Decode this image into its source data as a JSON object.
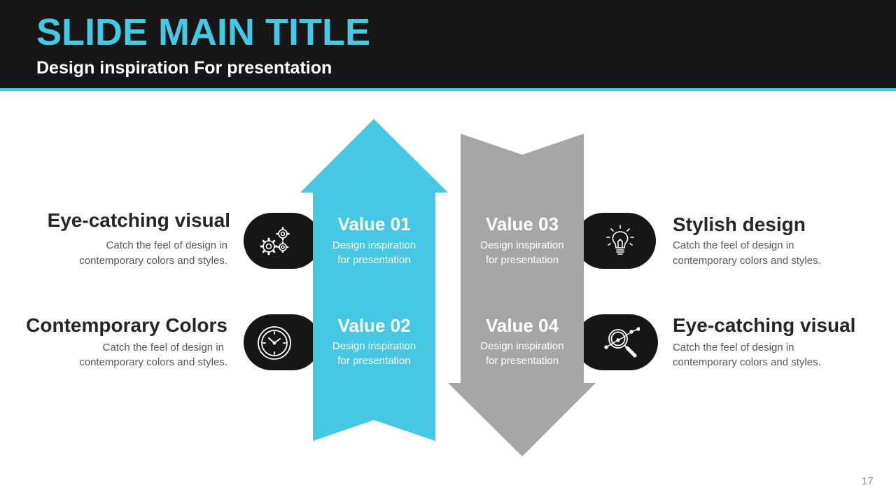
{
  "header": {
    "title": "SLIDE MAIN TITLE",
    "subtitle": "Design inspiration For presentation"
  },
  "left_items": [
    {
      "title": "Eye-catching visual",
      "desc_line1": "Catch the feel of design in",
      "desc_line2": "contemporary colors and styles.",
      "icon": "gears-icon"
    },
    {
      "title": "Contemporary Colors",
      "desc_line1": "Catch the feel of design in",
      "desc_line2": "contemporary colors and styles.",
      "icon": "clock-icon"
    }
  ],
  "right_items": [
    {
      "title": "Stylish design",
      "desc_line1": "Catch the feel of design in",
      "desc_line2": "contemporary colors and styles.",
      "icon": "lightbulb-icon"
    },
    {
      "title": "Eye-catching visual",
      "desc_line1": "Catch the feel of design in",
      "desc_line2": "contemporary colors and styles.",
      "icon": "magnifier-chart-icon"
    }
  ],
  "values": [
    {
      "title": "Value 01",
      "desc_line1": "Design inspiration",
      "desc_line2": "for presentation"
    },
    {
      "title": "Value 02",
      "desc_line1": "Design inspiration",
      "desc_line2": "for presentation"
    },
    {
      "title": "Value 03",
      "desc_line1": "Design inspiration",
      "desc_line2": "for presentation"
    },
    {
      "title": "Value 04",
      "desc_line1": "Design inspiration",
      "desc_line2": "for presentation"
    }
  ],
  "page_number": "17",
  "colors": {
    "accent": "#46c8e4",
    "gray_arrow": "#a6a6a6",
    "dark": "#161616"
  }
}
